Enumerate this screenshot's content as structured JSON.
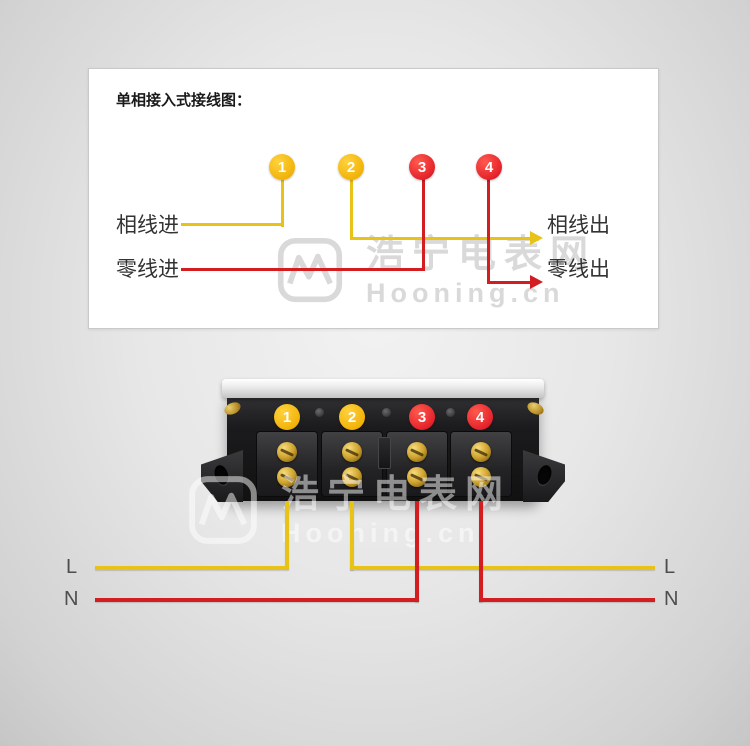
{
  "panel": {
    "title": "单相接入式接线图：",
    "badges": [
      {
        "num": "1",
        "type": "phase"
      },
      {
        "num": "2",
        "type": "phase"
      },
      {
        "num": "3",
        "type": "neutral"
      },
      {
        "num": "4",
        "type": "neutral"
      }
    ],
    "labels": {
      "phase_in": "相线进",
      "neutral_in": "零线进",
      "phase_out": "相线出",
      "neutral_out": "零线出"
    }
  },
  "meter": {
    "badges": [
      {
        "num": "1",
        "type": "phase"
      },
      {
        "num": "2",
        "type": "phase"
      },
      {
        "num": "3",
        "type": "neutral"
      },
      {
        "num": "4",
        "type": "neutral"
      }
    ],
    "wire_labels": {
      "left_l": "L",
      "left_n": "N",
      "right_l": "L",
      "right_n": "N"
    }
  },
  "watermark": {
    "text_cn": "浩宁电表网",
    "text_en": "Hooning.cn"
  },
  "colors": {
    "phase_wire": "#e8c217",
    "neutral_wire": "#d31d20",
    "badge_yellow": "#f2b30a",
    "badge_red": "#e5232b"
  }
}
